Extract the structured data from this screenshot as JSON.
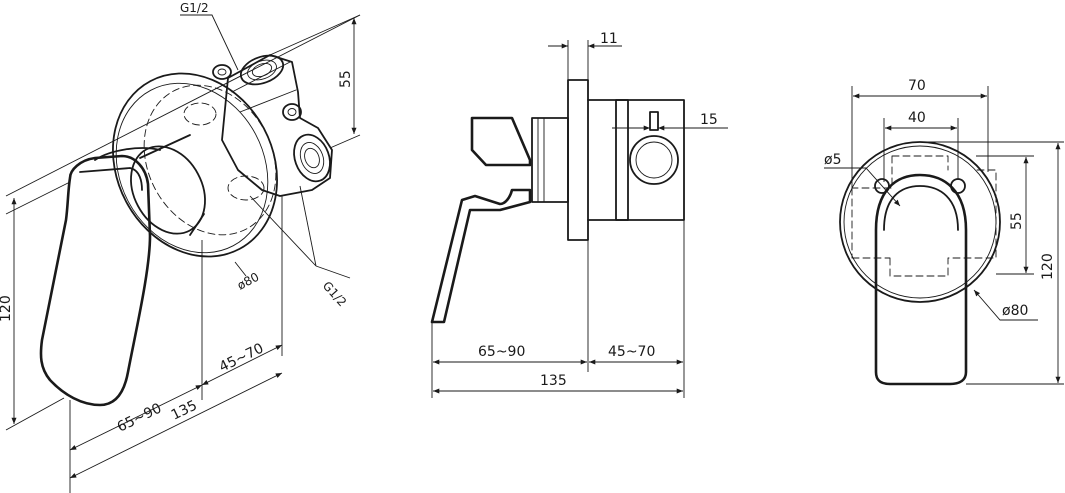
{
  "iso_view": {
    "thread_top": "G1/2",
    "thread_bottom": "G1/2",
    "dim_55": "55",
    "dim_120": "120",
    "dia_80": "ø80",
    "dim_45_70": "45~70",
    "dim_65_90": "65~90",
    "dim_135": "135"
  },
  "side_view": {
    "dim_11": "11",
    "dim_15": "15",
    "dim_65_90": "65~90",
    "dim_45_70": "45~70",
    "dim_135": "135"
  },
  "front_view": {
    "dim_70": "70",
    "dim_40": "40",
    "dia_5": "ø5",
    "dim_55": "55",
    "dim_120": "120",
    "dia_80": "ø80"
  }
}
